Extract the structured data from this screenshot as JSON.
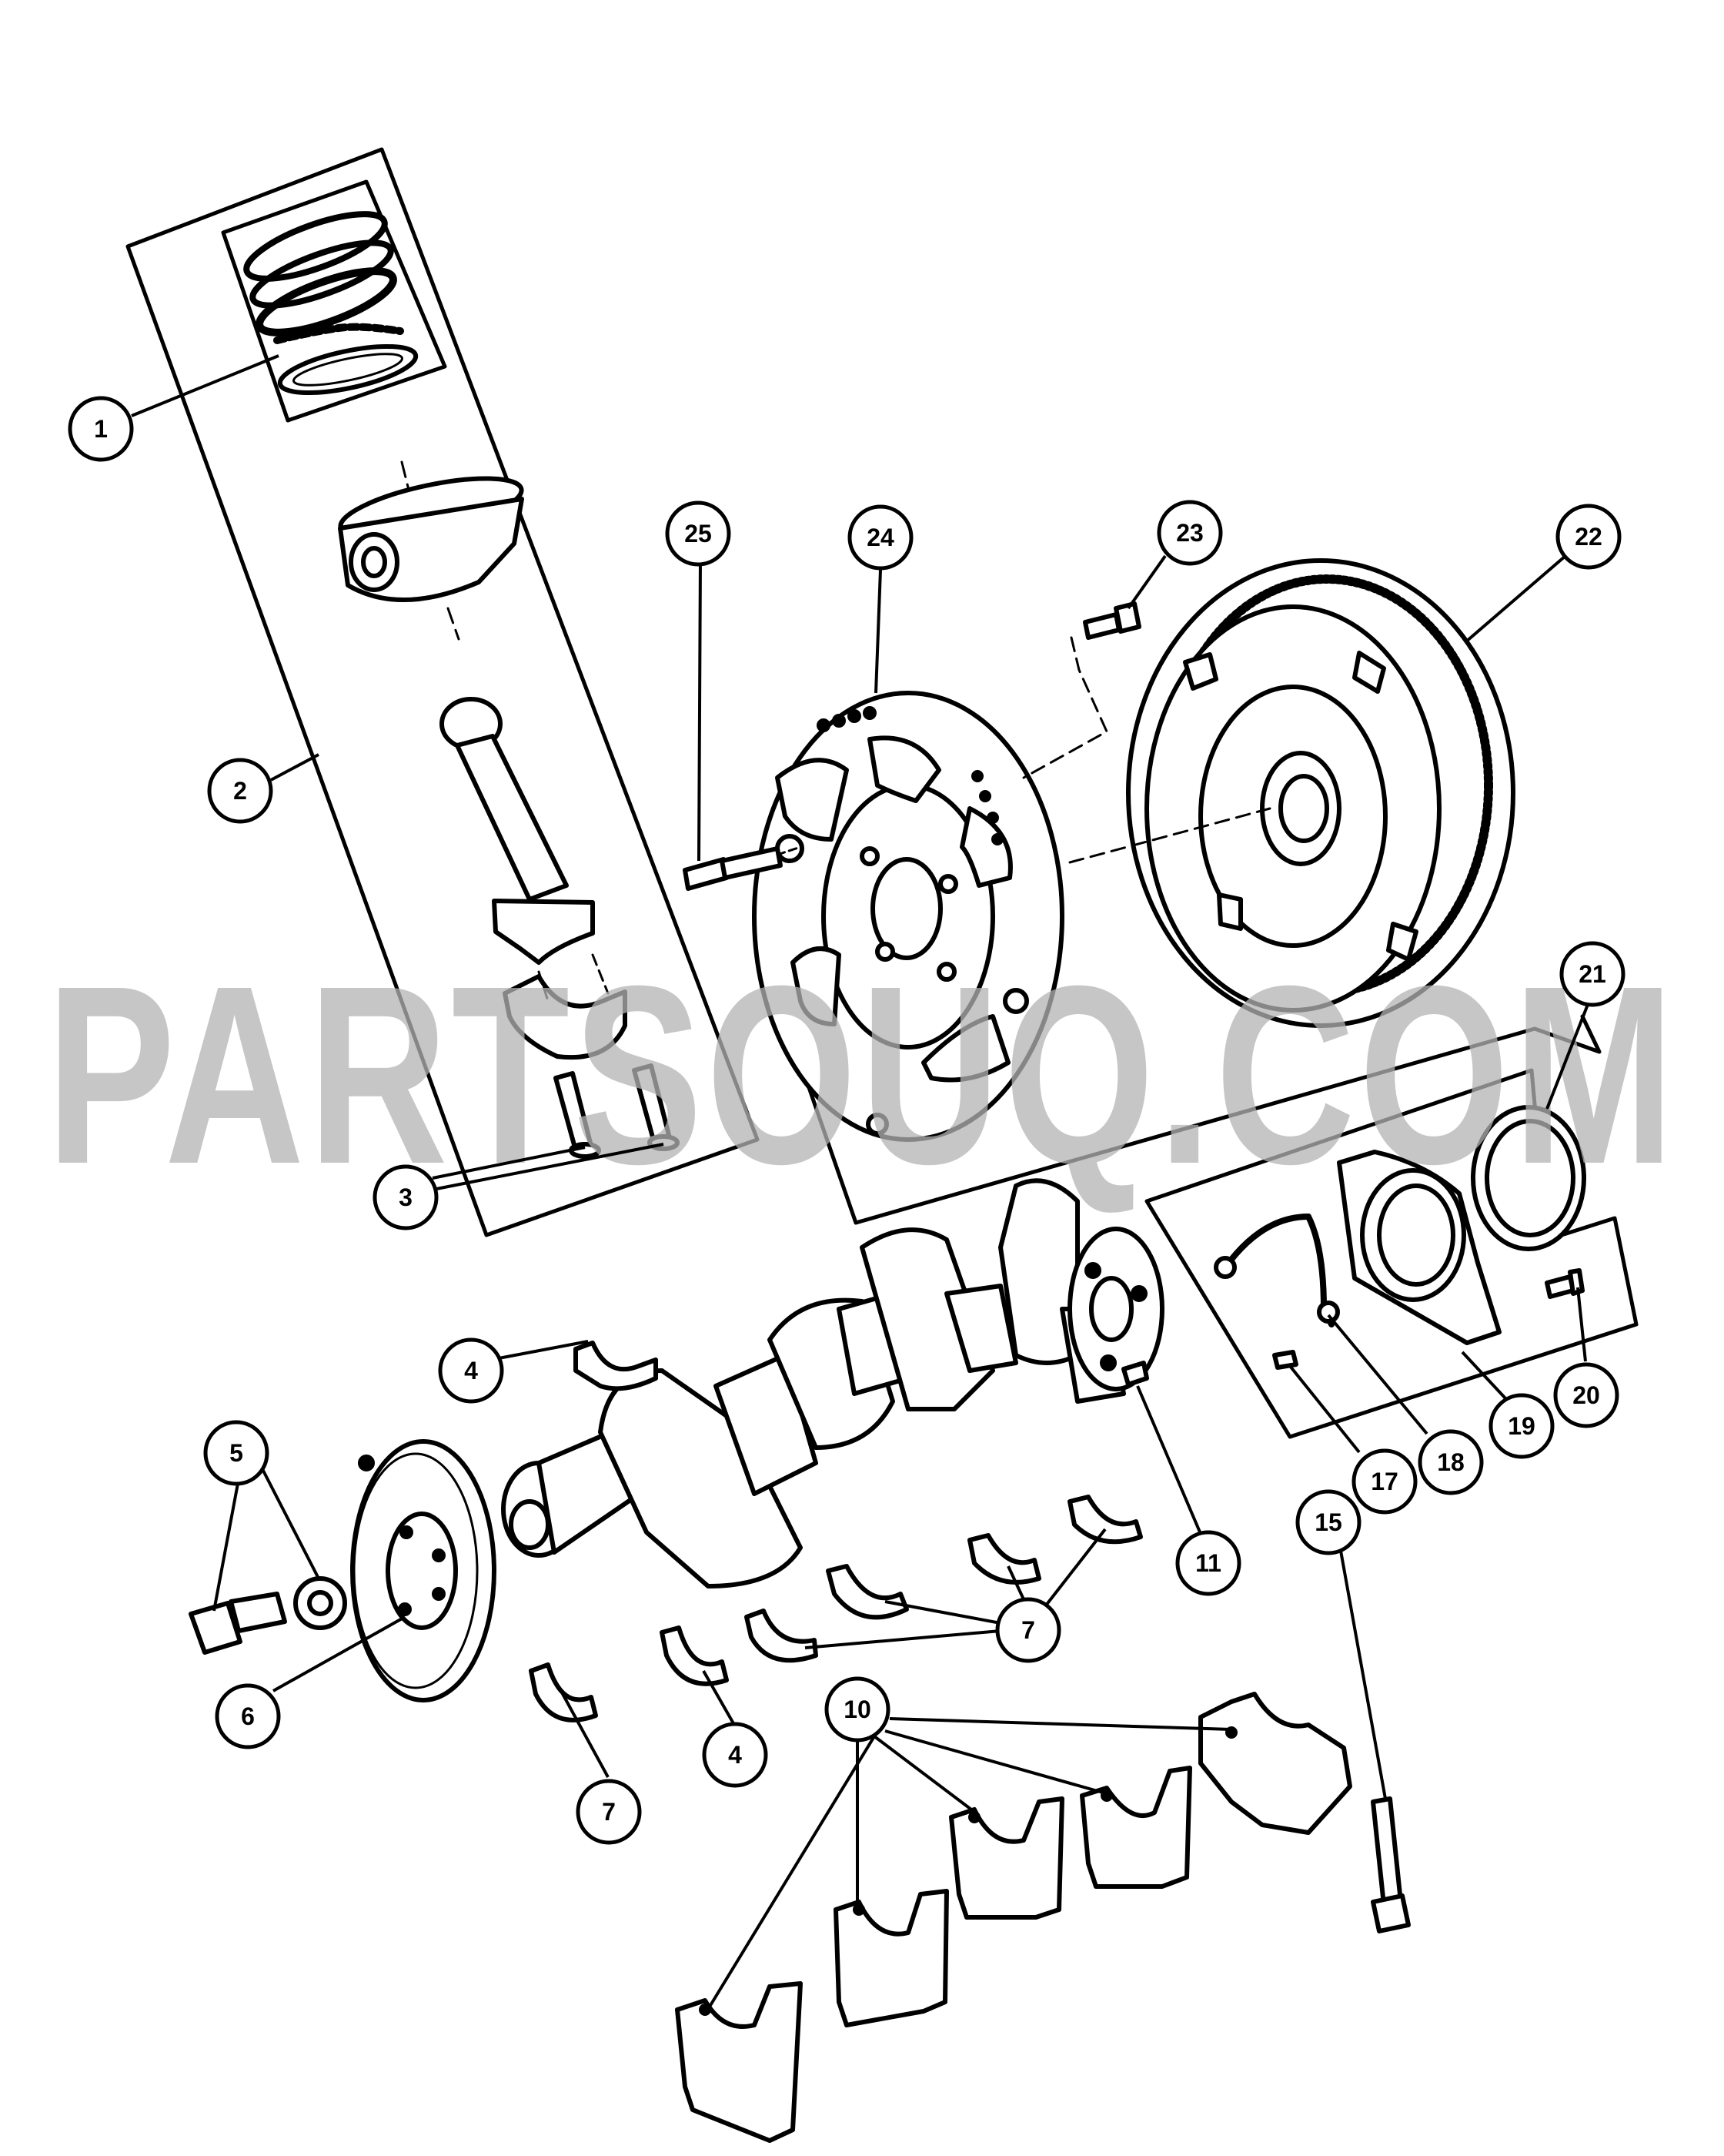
{
  "watermark": "PARTSOUQ.COM",
  "callouts": [
    {
      "id": "c1",
      "label": "1"
    },
    {
      "id": "c2",
      "label": "2"
    },
    {
      "id": "c3",
      "label": "3"
    },
    {
      "id": "c4a",
      "label": "4"
    },
    {
      "id": "c4b",
      "label": "4"
    },
    {
      "id": "c5",
      "label": "5"
    },
    {
      "id": "c6",
      "label": "6"
    },
    {
      "id": "c7a",
      "label": "7"
    },
    {
      "id": "c7b",
      "label": "7"
    },
    {
      "id": "c10",
      "label": "10"
    },
    {
      "id": "c11",
      "label": "11"
    },
    {
      "id": "c15",
      "label": "15"
    },
    {
      "id": "c17",
      "label": "17"
    },
    {
      "id": "c18",
      "label": "18"
    },
    {
      "id": "c19",
      "label": "19"
    },
    {
      "id": "c20",
      "label": "20"
    },
    {
      "id": "c21",
      "label": "21"
    },
    {
      "id": "c22",
      "label": "22"
    },
    {
      "id": "c23",
      "label": "23"
    },
    {
      "id": "c24",
      "label": "24"
    },
    {
      "id": "c25",
      "label": "25"
    }
  ]
}
